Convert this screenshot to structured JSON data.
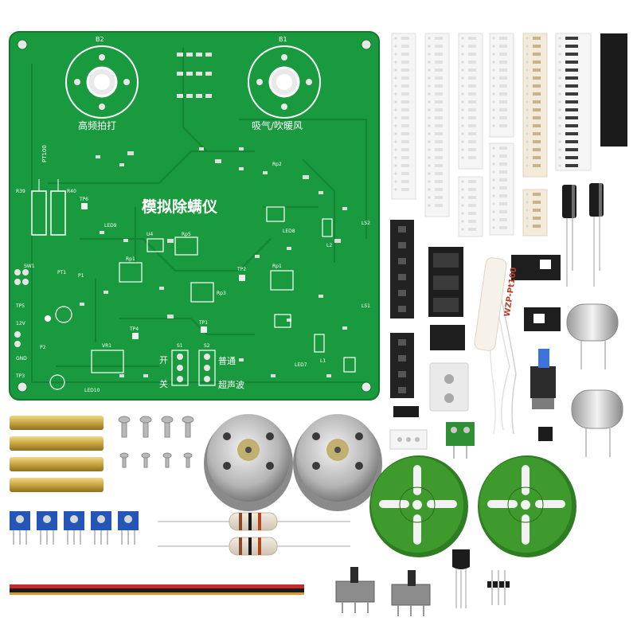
{
  "board": {
    "title": "模拟除螨仪",
    "mode_high": "高频拍打",
    "mode_air": "吸气/吹暖风",
    "switch_on": "开",
    "switch_off": "关",
    "mode_normal": "普通",
    "mode_ultra": "超声波",
    "motor_b1": "B1",
    "motor_b2": "B2",
    "pt100": "PT100",
    "rp1": "Rp1",
    "rp2": "Rp2",
    "rp3": "Rp3",
    "rp5": "Rp5",
    "led9": "LED9",
    "led10": "LED10",
    "led7": "LED7",
    "led8": "LED8",
    "ls1": "LS1",
    "ls2": "LS2",
    "sw1": "SW1",
    "pt1": "PT1",
    "p1": "P1",
    "p2": "P2",
    "tp3": "TP3",
    "tp5": "TP5",
    "tp6": "TP6",
    "tp2": "TP2",
    "tp4": "TP4",
    "tp1": "TP1",
    "v12": "12V",
    "gnd": "GND",
    "vr1": "VR1",
    "u4": "U4",
    "l1": "L1",
    "l2": "L2",
    "r39": "R39",
    "r40": "R40",
    "s1": "S1",
    "s2": "S2"
  },
  "parts": {
    "sensor_label": "WZP-Pt100"
  },
  "colors": {
    "pcb": "#1a9a3e",
    "pcb_dark": "#0f7a2c",
    "silk": "#ffffff",
    "brass": "#c9a441",
    "trimmer": "#2456b8",
    "fan": "#3a8c2a",
    "motor": "#b8b8b8"
  }
}
